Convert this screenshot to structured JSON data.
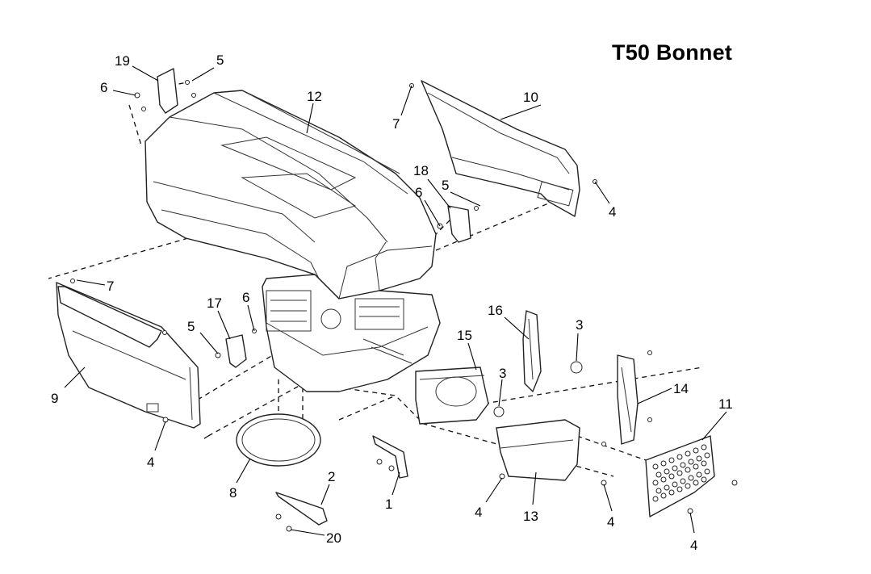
{
  "diagram": {
    "title": "T50 Bonnet",
    "callouts": [
      "19",
      "5",
      "6",
      "12",
      "7",
      "10",
      "18",
      "5",
      "6",
      "4",
      "7",
      "17",
      "6",
      "5",
      "9",
      "4",
      "15",
      "16",
      "3",
      "3",
      "14",
      "11",
      "8",
      "2",
      "20",
      "1",
      "4",
      "13",
      "4",
      "4"
    ]
  }
}
